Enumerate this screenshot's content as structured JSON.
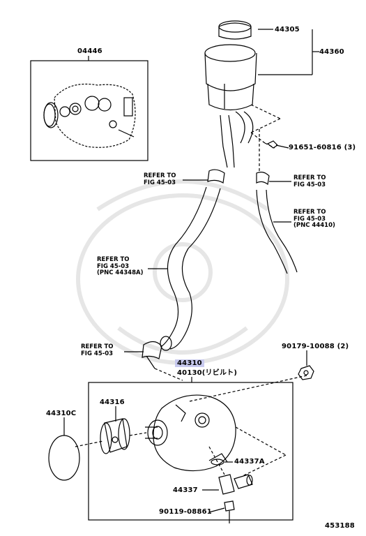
{
  "parts": {
    "p04446": "04446",
    "p44305": "44305",
    "p44360": "44360",
    "p91651": "91651-60816 (3)",
    "p90179": "90179-10088 (2)",
    "p44310": "44310",
    "p40130": "40130(リビルト)",
    "p44316": "44316",
    "p44310C": "44310C",
    "p44337A": "44337A",
    "p44337": "44337",
    "p90119": "90119-08861"
  },
  "refs": {
    "ref1": "REFER TO\nFIG 45-03",
    "ref2": "REFER TO\nFIG 45-03",
    "ref3": "REFER TO\nFIG 45-03\n(PNC 44410)",
    "ref4": "REFER TO\nFIG 45-03\n(PNC 44348A)",
    "ref5": "REFER TO\nFIG 45-03"
  },
  "diagram_number": "453188",
  "colors": {
    "highlight": "#c7c9ee",
    "line": "#000000",
    "watermark": "#e9e9e9"
  }
}
